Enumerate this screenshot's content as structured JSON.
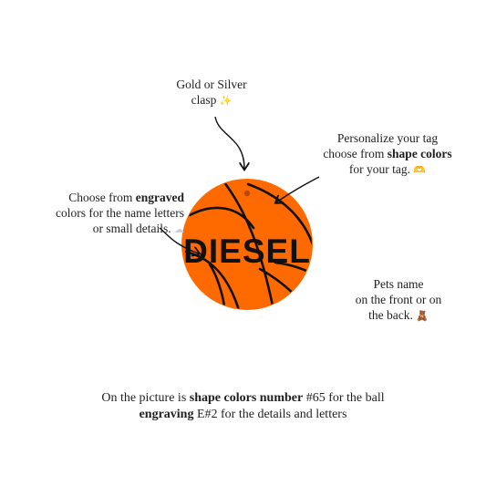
{
  "notes": {
    "clasp": {
      "line1": "Gold or Silver",
      "line2": "clasp",
      "emoji": "✨"
    },
    "shape": {
      "line1": "Personalize your tag",
      "line2_pre": "choose from ",
      "line2_bold": "shape colors",
      "line3": "for your tag.",
      "emoji": "🫶"
    },
    "engrave": {
      "line1_pre": "Choose from ",
      "line1_bold": "engraved",
      "line2": "colors for the name letters",
      "line3": "or small details.",
      "emoji": "☁"
    },
    "pets": {
      "line1": "Pets name",
      "line2": "on the front or on",
      "line3": "the back.",
      "emoji": "🧸"
    }
  },
  "caption": {
    "line1_pre": "On the picture is ",
    "line1_bold": "shape colors number",
    "line1_post": " #65 for the ball",
    "line2_bold": "engraving",
    "line2_post": " E#2 for the details and letters"
  },
  "tag": {
    "name": "DIESEL",
    "ball_color": "#ff6a00",
    "line_color": "#111111"
  }
}
